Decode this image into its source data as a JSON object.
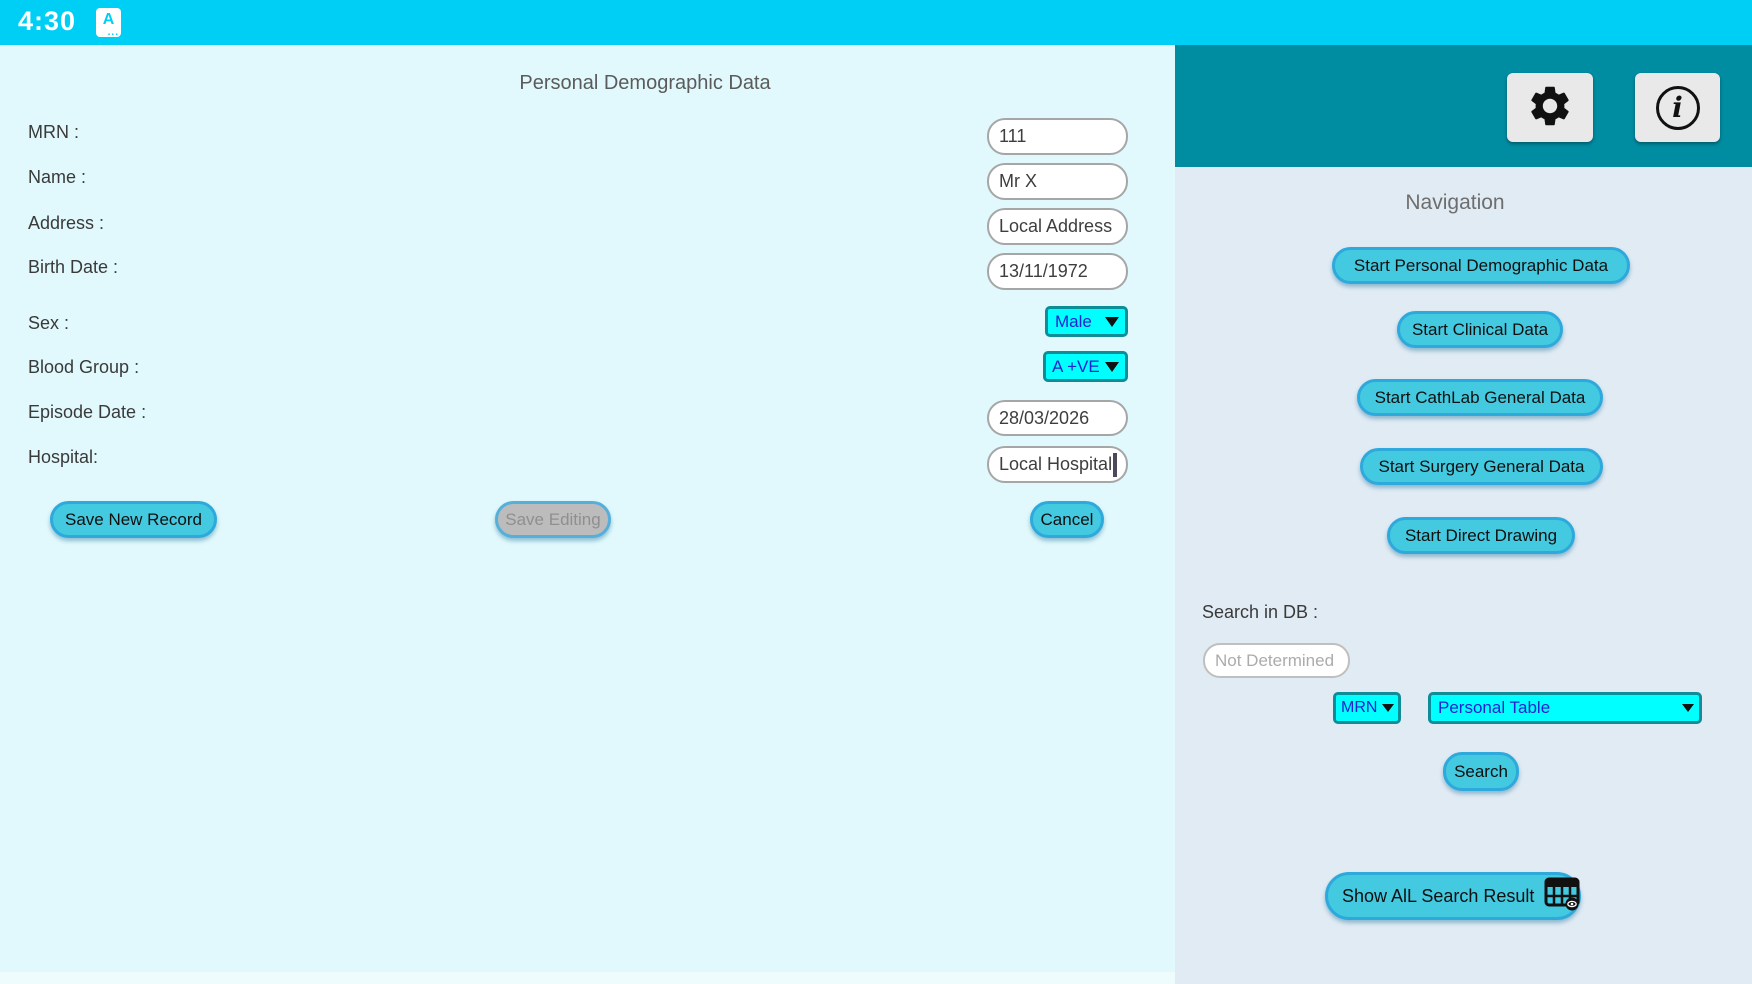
{
  "status_bar": {
    "time": "4:30",
    "app_icon_letter": "A"
  },
  "form": {
    "title": "Personal Demographic Data",
    "fields": [
      {
        "label": "MRN :",
        "value": "111",
        "type": "text"
      },
      {
        "label": "Name :",
        "value": "Mr X",
        "type": "text"
      },
      {
        "label": "Address :",
        "value": "Local Address",
        "type": "text"
      },
      {
        "label": "Birth Date :",
        "value": "13/11/1972",
        "type": "text"
      },
      {
        "label": "Sex :",
        "value": "Male",
        "type": "select"
      },
      {
        "label": "Blood Group :",
        "value": "A +VE",
        "type": "select"
      },
      {
        "label": "Episode Date :",
        "value": "28/03/2026",
        "type": "text"
      },
      {
        "label": "Hospital:",
        "value": "Local Hospital",
        "type": "text"
      }
    ],
    "buttons": {
      "save_new": "Save New Record",
      "save_edit": "Save Editing",
      "cancel": "Cancel"
    }
  },
  "navigation": {
    "title": "Navigation",
    "buttons": [
      "Start Personal Demographic Data",
      "Start Clinical Data",
      "Start CathLab General Data",
      "Start Surgery General Data",
      "Start Direct Drawing"
    ],
    "search": {
      "label": "Search in DB :",
      "placeholder": "Not Determined",
      "field_select": "MRN",
      "table_select": "Personal Table",
      "search_button": "Search",
      "show_all_button": "Show AlL Search Result"
    }
  },
  "icons": {
    "gear": "gear-icon",
    "info": "info-icon",
    "table_eye": "table-view-icon"
  },
  "colors": {
    "status_bar": "#00CFF5",
    "left_bg": "#E1F9FC",
    "right_header": "#008CA1",
    "right_bg": "#E1EBF4",
    "button_fill": "#43C9E0",
    "button_border": "#2EA9DC",
    "dropdown_fill": "#00FFFF",
    "dropdown_border": "#0D8D97",
    "dropdown_text": "#2323CF",
    "disabled_fill": "#BCBCBC"
  }
}
